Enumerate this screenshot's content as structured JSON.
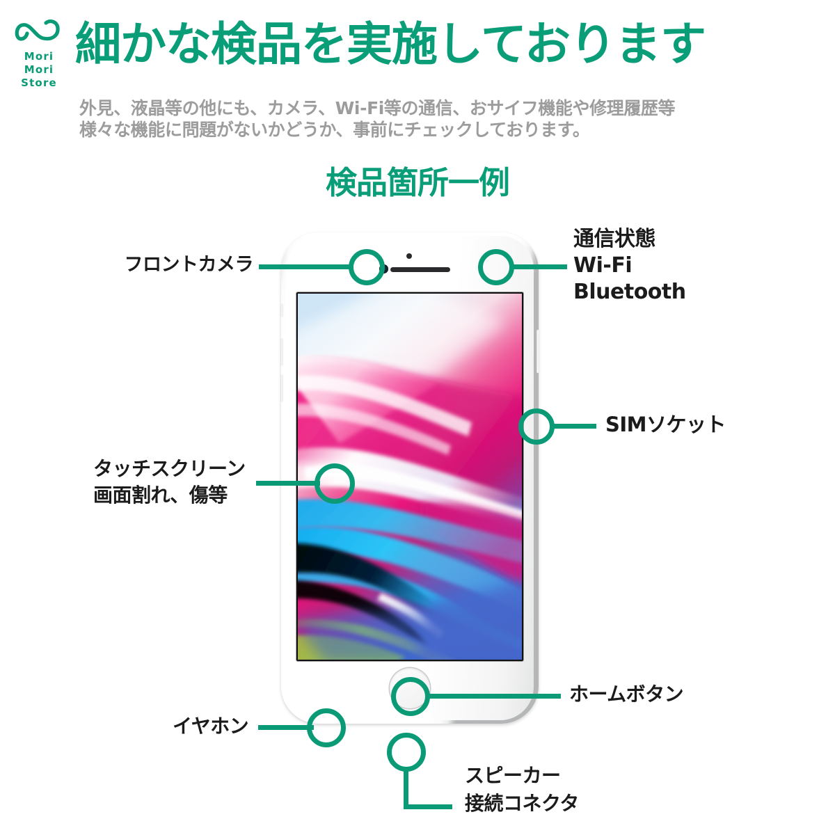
{
  "brand": {
    "logo_icon": "infinity-icon",
    "name_line1": "Mori",
    "name_line2": "Mori",
    "name_line3": "Store",
    "color": "#0a9b76"
  },
  "header": {
    "title": "細かな検品を実施しております",
    "title_color": "#0a9e78",
    "subtitle_line1": "外見、液晶等の他にも、カメラ、Wi-Fi等の通信、おサイフ機能や修理履歴等",
    "subtitle_line2": "様々な機能に問題がないかどうか、事前にチェックしております。",
    "subtitle_color": "#9c9c9c"
  },
  "section": {
    "title": "検品箇所一例",
    "color": "#0a9e78"
  },
  "diagram": {
    "device": "iphone-8-silver",
    "accent_color": "#0a9b76",
    "callouts": [
      {
        "id": "front-camera",
        "lines": [
          "フロントカメラ"
        ],
        "align": "right"
      },
      {
        "id": "connectivity",
        "lines": [
          "通信状態",
          "Wi-Fi",
          "Bluetooth"
        ],
        "align": "left"
      },
      {
        "id": "sim-socket",
        "lines": [
          "SIMソケット"
        ],
        "align": "left"
      },
      {
        "id": "touch-screen",
        "lines": [
          "タッチスクリーン",
          "画面割れ、傷等"
        ],
        "align": "left"
      },
      {
        "id": "home-button",
        "lines": [
          "ホームボタン"
        ],
        "align": "left"
      },
      {
        "id": "earphone",
        "lines": [
          "イヤホン"
        ],
        "align": "right"
      },
      {
        "id": "speaker",
        "lines": [
          "スピーカー",
          "接続コネクタ"
        ],
        "align": "left"
      }
    ]
  }
}
